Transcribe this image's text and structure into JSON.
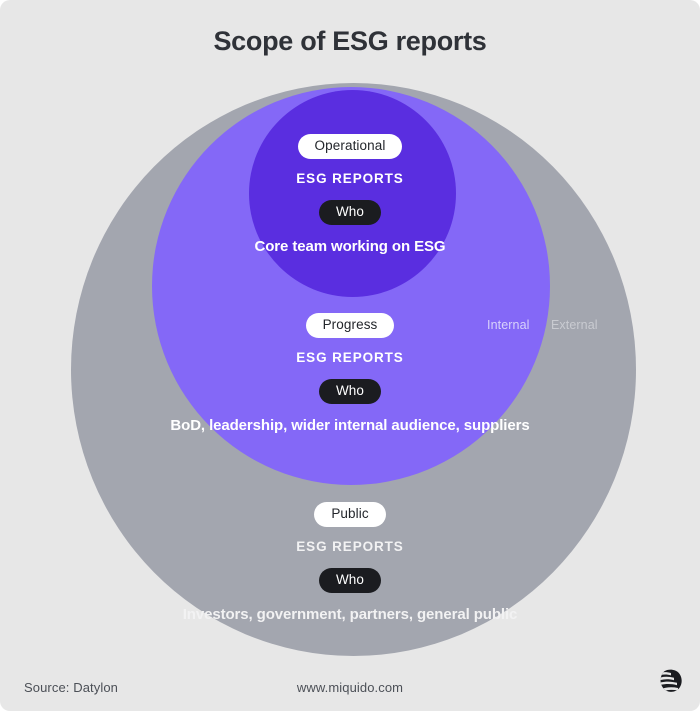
{
  "title": "Scope of ESG reports",
  "background_color": "#e7e7e7",
  "colors": {
    "external_ring": "#a3a6af",
    "internal_ring": "#8468f7",
    "operational_ring": "#5a2ee0",
    "pill_light_bg": "#ffffff",
    "pill_dark_bg": "#1b1c20",
    "title_text": "#2f3238",
    "footer_text": "#4c5057"
  },
  "scope_labels": {
    "internal": "Internal",
    "external": "External"
  },
  "layers": [
    {
      "id": "operational",
      "type_label": "Operational",
      "reports_label": "ESG REPORTS",
      "who_label": "Who",
      "audience": "Core team working on ESG"
    },
    {
      "id": "progress",
      "type_label": "Progress",
      "reports_label": "ESG REPORTS",
      "who_label": "Who",
      "audience": "BoD, leadership, wider internal audience, suppliers"
    },
    {
      "id": "public",
      "type_label": "Public",
      "reports_label": "ESG REPORTS",
      "who_label": "Who",
      "audience": "Investors, government, partners, general public"
    }
  ],
  "footer": {
    "source": "Source: Datylon",
    "website": "www.miquido.com",
    "logo": "miquido-logo"
  }
}
